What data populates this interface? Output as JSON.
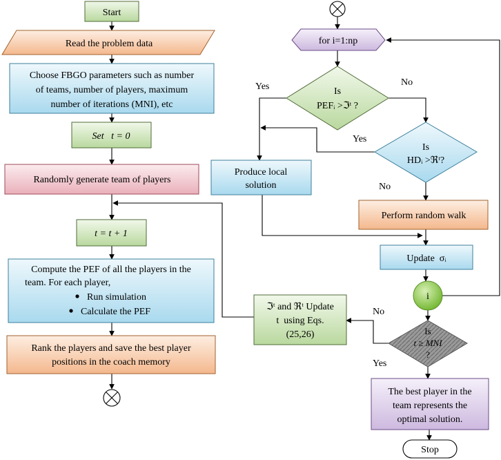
{
  "nodes": {
    "start": "Start",
    "read": "Read the problem data",
    "choose": [
      "Choose FBGO parameters such as number",
      "of teams, number of players, maximum",
      "number of iterations (MNI), etc"
    ],
    "set_t": "Set   t = 0",
    "generate": "Randomly generate team of players",
    "increment": "t = t + 1",
    "compute": [
      "Compute the PEF of all the players in the",
      "team. For each player,"
    ],
    "compute_bullets": [
      "Run simulation",
      "Calculate the PEF"
    ],
    "rank": [
      "Rank the players and save the best player",
      "positions in the coach memory"
    ],
    "loop": "for i=1:np",
    "dec1": [
      "Is",
      "PEFᵢ >ℑᵗ ?"
    ],
    "dec2": [
      "Is",
      "HDᵢ >ℜᵗ?"
    ],
    "local": [
      "Produce local",
      "solution"
    ],
    "walk": "Perform random walk",
    "update_sigma": "Update  σᵢ",
    "connector_i": "i",
    "dec3": [
      "Is",
      "t ≥ MNI",
      "?"
    ],
    "update_ref": [
      "ℑᵗ and ℜᵗ Update",
      "t  using Eqs.",
      "(25,26)"
    ],
    "best": [
      "The best player in the",
      "team represents the",
      "optimal solution."
    ],
    "stop": "Stop"
  },
  "edge_labels": {
    "dec1_yes": "Yes",
    "dec1_no": "No",
    "dec2_yes": "Yes",
    "dec2_no": "No",
    "dec3_no": "No",
    "dec3_yes": "Yes"
  },
  "colors": {
    "green": "#c6deb0",
    "orange": "#f6c9a6",
    "blue": "#bfe3f2",
    "pink": "#f0c2c9",
    "purple": "#d9cbe5",
    "grey": "#8a8a8a",
    "connector": "#8cc63f"
  }
}
